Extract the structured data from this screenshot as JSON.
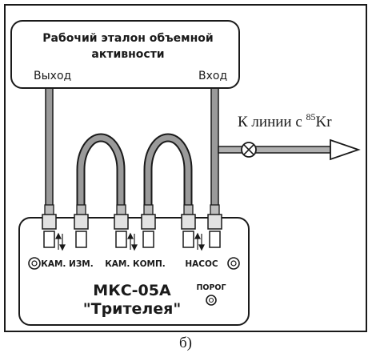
{
  "standard_box": {
    "title_line1": "Рабочий эталон объемной",
    "title_line2": "активности",
    "output_label": "Выход",
    "input_label": "Вход"
  },
  "line_label": {
    "prefix": "К линии с ",
    "isotope_mass": "85",
    "isotope_symbol": "Kr"
  },
  "device": {
    "port_labels": {
      "meas_chamber": "КАМ. ИЗМ.",
      "comp_chamber": "КАМ. КОМП.",
      "pump": "НАСОС"
    },
    "model": "МКС-05А",
    "brand": "\"Трителея\"",
    "threshold_label": "ПОРОГ"
  },
  "caption": "б)"
}
